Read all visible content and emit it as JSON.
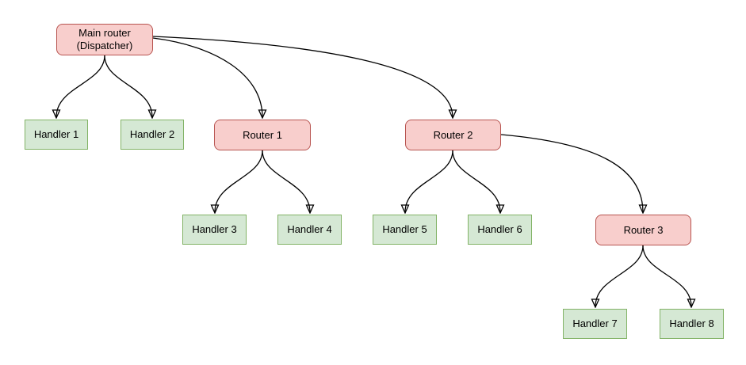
{
  "diagram": {
    "type": "tree-flowchart",
    "colors": {
      "router_fill": "#f8cecc",
      "router_stroke": "#b85450",
      "handler_fill": "#d5e8d4",
      "handler_stroke": "#82b366",
      "edge": "#000000",
      "background": "#ffffff"
    },
    "nodes": {
      "main_router": {
        "label": "Main router\n(Dispatcher)",
        "type": "router"
      },
      "handler_1": {
        "label": "Handler 1",
        "type": "handler"
      },
      "handler_2": {
        "label": "Handler 2",
        "type": "handler"
      },
      "router_1": {
        "label": "Router 1",
        "type": "router"
      },
      "router_2": {
        "label": "Router 2",
        "type": "router"
      },
      "handler_3": {
        "label": "Handler 3",
        "type": "handler"
      },
      "handler_4": {
        "label": "Handler 4",
        "type": "handler"
      },
      "handler_5": {
        "label": "Handler 5",
        "type": "handler"
      },
      "handler_6": {
        "label": "Handler 6",
        "type": "handler"
      },
      "router_3": {
        "label": "Router 3",
        "type": "router"
      },
      "handler_7": {
        "label": "Handler 7",
        "type": "handler"
      },
      "handler_8": {
        "label": "Handler 8",
        "type": "handler"
      }
    },
    "edges": [
      {
        "from": "main_router",
        "to": "handler_1"
      },
      {
        "from": "main_router",
        "to": "handler_2"
      },
      {
        "from": "main_router",
        "to": "router_1"
      },
      {
        "from": "main_router",
        "to": "router_2"
      },
      {
        "from": "router_1",
        "to": "handler_3"
      },
      {
        "from": "router_1",
        "to": "handler_4"
      },
      {
        "from": "router_2",
        "to": "handler_5"
      },
      {
        "from": "router_2",
        "to": "handler_6"
      },
      {
        "from": "router_2",
        "to": "router_3"
      },
      {
        "from": "router_3",
        "to": "handler_7"
      },
      {
        "from": "router_3",
        "to": "handler_8"
      }
    ]
  }
}
